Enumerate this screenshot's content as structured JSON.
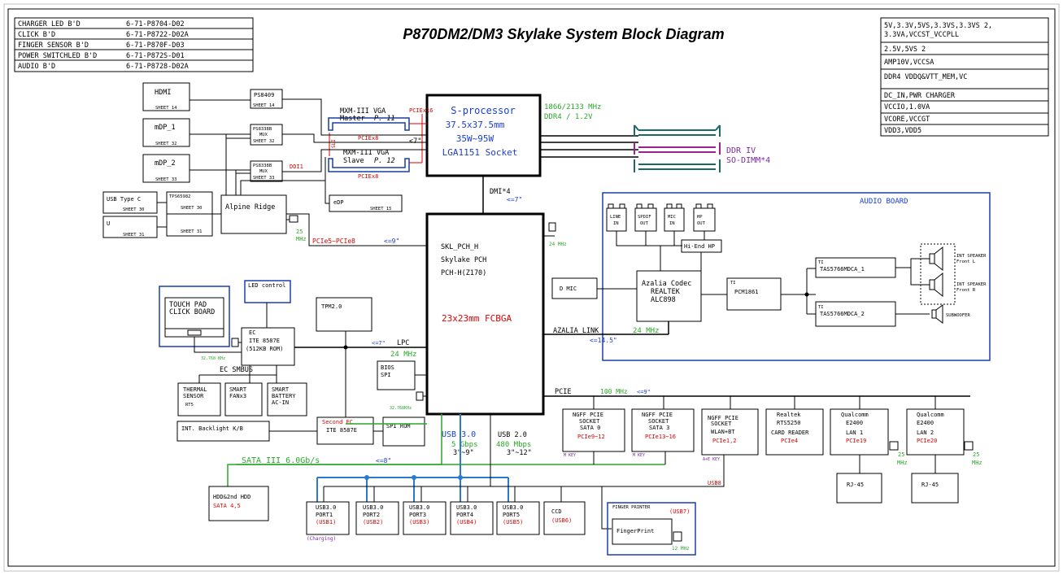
{
  "title": "P870DM2/DM3  Skylake System Block Diagram",
  "boards": [
    {
      "name": "CHARGER LED B'D",
      "pn": "6-71-P8704-D02"
    },
    {
      "name": "CLICK B'D",
      "pn": "6-71-P8722-D02A"
    },
    {
      "name": "FINGER SENSOR B'D",
      "pn": "6-71-P870F-D03"
    },
    {
      "name": "POWER SWITCHLED B'D",
      "pn": "6-71-P872S-D01"
    },
    {
      "name": "AUDIO B'D",
      "pn": "6-71-P8728-D02A"
    }
  ],
  "power_table": {
    "row1a": "5V,3.3V,5VS,3.3VS,3.3VS 2,",
    "row1b": "3.3VA,VCCST_VCCPLL",
    "row2": "2.5V,5VS 2",
    "row3": "AMP10V,VCCSA",
    "row4": "DDR4 VDDQ&VTT_MEM,VC",
    "row5": "DC_IN,PWR CHARGER",
    "row6": "VCCIO,1.0VA",
    "row7": "VCORE,VCCGT",
    "row8": "VDD3,VDD5"
  },
  "cpu": {
    "name": "S-processor",
    "size": "37.5x37.5mm",
    "power": "35W~95W",
    "socket": "LGA1151 Socket",
    "mem_speed": "1866/2133 MHz",
    "mem_type": "DDR4 / 1.2V"
  },
  "ddr": {
    "l1": "DDR IV",
    "l2": "SO-DIMM*4"
  },
  "mxm": {
    "master": "MXM-III VGA",
    "master_role": "Master",
    "master_page": "P. 11",
    "slave": "MXM-III VGA",
    "slave_role": "Slave",
    "slave_page": "P. 12",
    "pciex16": "PCIEx16",
    "pciex8a": "PCIEx8",
    "pciex8b": "PCIEx8",
    "sli": "SLI",
    "len": "<7\""
  },
  "dmi": {
    "label": "DMI*4",
    "len": "<=7\""
  },
  "pch": {
    "l1": "SKL_PCH_H",
    "l2": "Skylake PCH",
    "l3": "PCH-H(Z170)",
    "pkg": "23x23mm FCBGA",
    "clk": "24 MHz"
  },
  "video": {
    "hdmi": "HDMI",
    "hdmi_sheet": "SHEET 14",
    "ps8409": "PS8409",
    "ps8409_sheet": "SHEET 14",
    "mdp1": "mDP_1",
    "mdp1_sheet": "SHEET 32",
    "mux1": "PS8338B",
    "mux1b": "MUX",
    "mux1_sheet": "SHEET 32",
    "mdp2": "mDP_2",
    "mdp2_sheet": "SHEET 33",
    "mux2": "PS8338B",
    "mux2b": "MUX",
    "mux2_sheet": "SHEET 33",
    "ddi1": "DDI1",
    "edp": "eDP",
    "edp_sheet": "SHEET 15"
  },
  "usbc": {
    "usb_type_c": "USB Type C",
    "usb_type_c_sheet": "SHEET 30",
    "u": "U",
    "u_sheet": "SHEET 31",
    "tps": "TPS65982",
    "tps_sheet": "SHEET 31",
    "tps_sheet2": "SHEET 30",
    "alpine": "Alpine Ridge",
    "clk": "25",
    "clk2": "MHz",
    "pcie": "PCIe5~PCIe8",
    "len": "<=9\""
  },
  "audio": {
    "board": "AUDIO BOARD",
    "line_in": "LINE",
    "line_in2": "IN",
    "spdif": "SPDIF",
    "spdif2": "OUT",
    "mic": "MIC",
    "mic2": "IN",
    "hp": "HP",
    "hp2": "OUT",
    "hiend": "Hi-End HP",
    "codec1": "Azalia Codec",
    "codec2": "REALTEK",
    "codec3": "ALC898",
    "dmic": "D MIC",
    "pcm": "PCM1861",
    "pcm_ti": "TI",
    "amp1_ti": "TI",
    "amp1": "TAS5766MDCA_1",
    "amp2_ti": "TI",
    "amp2": "TAS5766MDCA_2",
    "spk_l": "INT SPEAKER",
    "spk_l2": "Front L",
    "spk_r": "INT SPEAKER",
    "spk_r2": "Front R",
    "sub": "SUBWOOFER",
    "link": "AZALIA LINK",
    "link_clk": "24 MHz",
    "link_len": "<=14.5\""
  },
  "ec": {
    "touchpad": "TOUCH PAD",
    "touchpad2": "CLICK BOARD",
    "led": "LED control",
    "ec": "EC",
    "ec2": "ITE 8587E",
    "ec3": "(512KB ROM)",
    "clk": "32.768 KHz",
    "tpm": "TPM2.0",
    "lpc": "LPC",
    "lpc_len": "<=7\"",
    "lpc_clk": "24 MHz",
    "bios": "BIOS",
    "bios2": "SPI",
    "bios_clk": "32.768KHz",
    "smbus": "EC SMBUS",
    "thermal": "THERMAL",
    "thermal2": "SENSOR",
    "thermal3": "RT5",
    "fan": "SMART",
    "fan2": "FANx3",
    "bat": "SMART",
    "bat2": "BATTERY",
    "bat3": "AC-IN",
    "backlight": "INT. Backlight K/B",
    "second_ec": "Second EC",
    "second_ec2": "ITE 8587E",
    "spirom": "SPI ROM"
  },
  "buses": {
    "usb3": "USB 3.0",
    "usb3_speed": "5 Gbps",
    "usb3_len": "3\"~9\"",
    "usb2": "USB 2.0",
    "usb2_speed": "480 Mbps",
    "usb2_len": "3\"~12\"",
    "sata": "SATA III 6.0Gb/s",
    "sata_len": "<=8\"",
    "pcie": "PCIE",
    "pcie_clk": "100 MHz",
    "pcie_len": "<=9\"",
    "usb8": "USB8",
    "mkey1": "M KEY",
    "mkey2": "M KEY",
    "aekey": "A+E KEY"
  },
  "hdd": {
    "l1": "HDD&2nd HDD",
    "l2": "SATA 4,5"
  },
  "usb_ports": [
    {
      "l1": "USB3.0",
      "l2": "PORT1",
      "l3": "(USB1)"
    },
    {
      "l1": "USB3.0",
      "l2": "PORT2",
      "l3": "(USB2)"
    },
    {
      "l1": "USB3.0",
      "l2": "PORT3",
      "l3": "(USB3)"
    },
    {
      "l1": "USB3.0",
      "l2": "PORT4",
      "l3": "(USB4)"
    },
    {
      "l1": "USB3.0",
      "l2": "PORT5",
      "l3": "(USB5)"
    }
  ],
  "charging": "(Charging)",
  "ccd": {
    "l1": "CCD",
    "l2": "(USB6)"
  },
  "finger": {
    "title": "FINGER PRINTER",
    "usb": "(USB7)",
    "name": "FingerPrint",
    "clk": "12 MHz"
  },
  "slots": [
    {
      "l1": "NGFF PCIE",
      "l2": "SOCKET",
      "l3": "SATA 0",
      "l4": "PCIe9~12"
    },
    {
      "l1": "NGFF PCIE",
      "l2": "SOCKET",
      "l3": "SATA 3",
      "l4": "PCIe13~16"
    },
    {
      "l1": "NGFF PCIE",
      "l2": "SOCKET",
      "l3": "WLAN+BT",
      "l4": "PCIe1,2"
    },
    {
      "l1": "Realtek",
      "l2": "RTS5250",
      "l3": "CARD READER",
      "l4": "PCIe4"
    },
    {
      "l1": "Qualcomm",
      "l2": "E2400",
      "l3": "LAN 1",
      "l4": "PCIe19"
    },
    {
      "l1": "Qualcomm",
      "l2": "E2400",
      "l3": "LAN 2",
      "l4": "PCIe20"
    }
  ],
  "lan_clk": "25",
  "lan_clk2": "MHz",
  "rj45": "RJ-45",
  "pch_clk": "24 MHz"
}
